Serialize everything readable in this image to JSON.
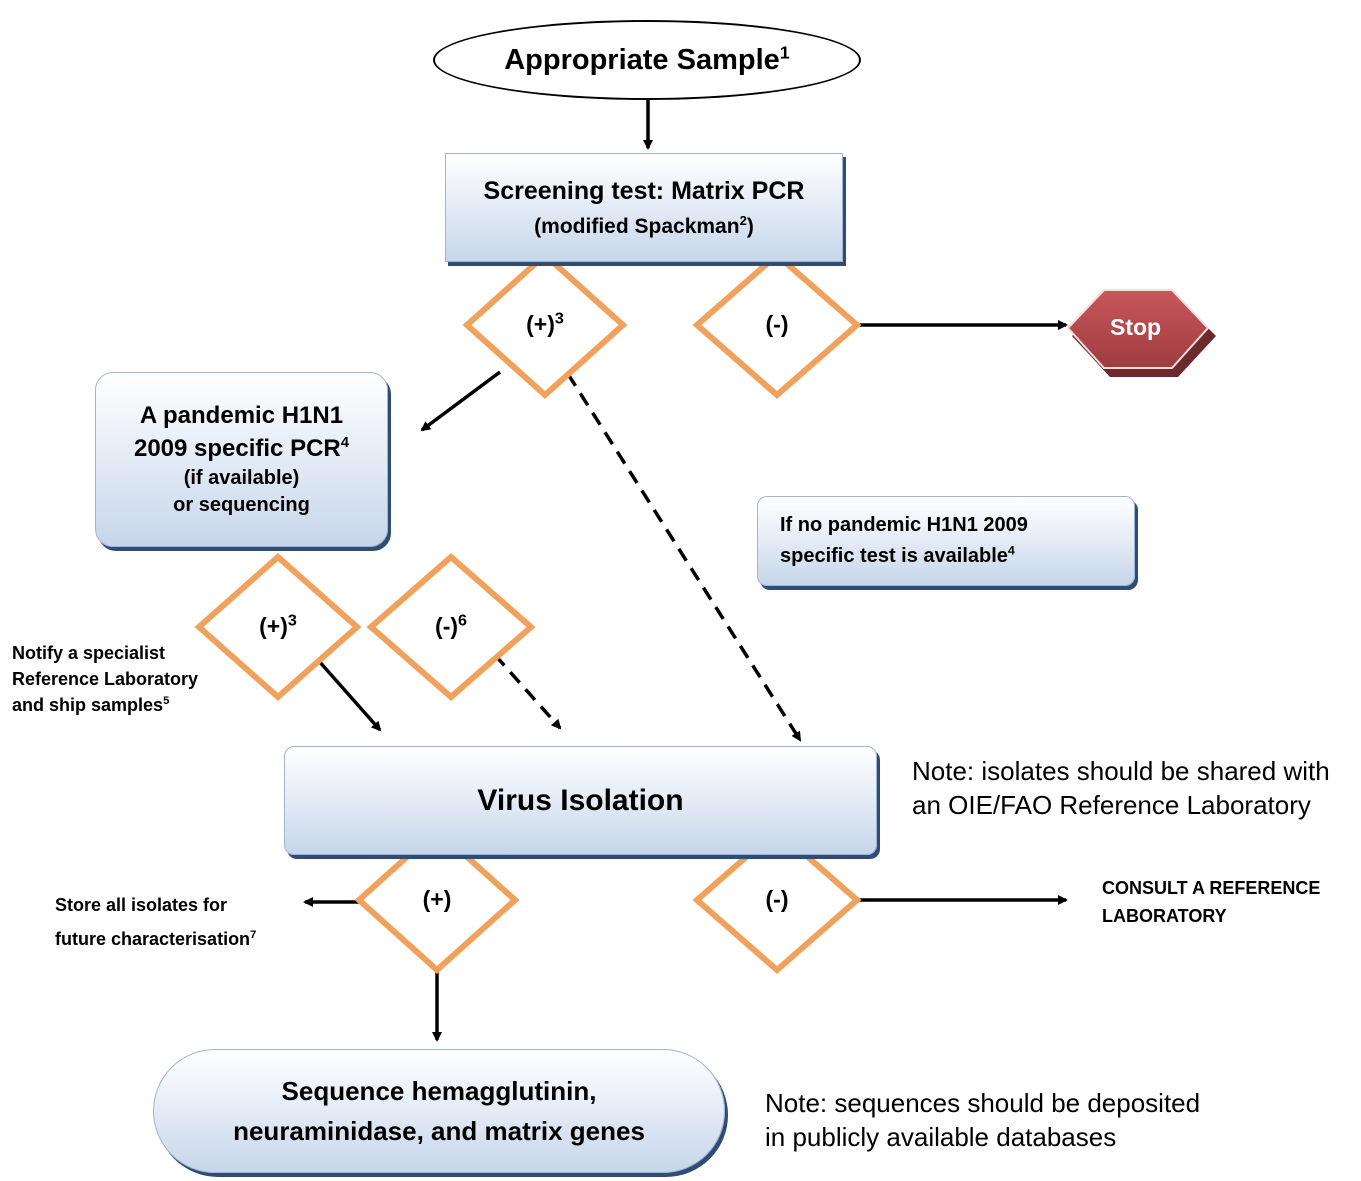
{
  "start": {
    "text": "Appropriate Sample",
    "sup": "1"
  },
  "screening": {
    "line1": "Screening test: Matrix PCR",
    "line2a": "(modified Spackman",
    "line2sup": "2",
    "line2b": ")"
  },
  "decisions": {
    "screen_pos": {
      "text": "(+)",
      "sup": "3"
    },
    "screen_neg": {
      "text": "(-)"
    },
    "specific_pos": {
      "text": "(+)",
      "sup": "3"
    },
    "specific_neg": {
      "text": "(-)",
      "sup": "6"
    },
    "iso_pos": {
      "text": "(+)"
    },
    "iso_neg": {
      "text": "(-)"
    }
  },
  "stop": "Stop",
  "pandemic": {
    "line1": "A pandemic H1N1",
    "line2": "2009 specific PCR",
    "line2sup": "4",
    "line3": "(if available)",
    "line4": "or sequencing"
  },
  "no_test": {
    "line1": "If no pandemic H1N1 2009",
    "line2": "specific test is available",
    "sup": "4"
  },
  "notify": {
    "line1": "Notify a specialist",
    "line2": "Reference Laboratory",
    "line3": "and ship samples",
    "sup": "5"
  },
  "isolation": "Virus Isolation",
  "note_isolates": {
    "line1": "Note: isolates should be shared with",
    "line2": "an OIE/FAO Reference Laboratory"
  },
  "store": {
    "line1": "Store all isolates for",
    "line2": "future characterisation",
    "sup": "7"
  },
  "consult": {
    "line1": "CONSULT A REFERENCE",
    "line2": "LABORATORY"
  },
  "sequence": {
    "line1": "Sequence hemagglutinin,",
    "line2": "neuraminidase, and matrix genes"
  },
  "note_sequences": {
    "line1": "Note: sequences should be deposited",
    "line2": "in publicly available databases"
  },
  "colors": {
    "diamond_stroke": "#f0a15c",
    "stop_fill": "#b5484c",
    "box_shadow": "#2f4d74"
  }
}
